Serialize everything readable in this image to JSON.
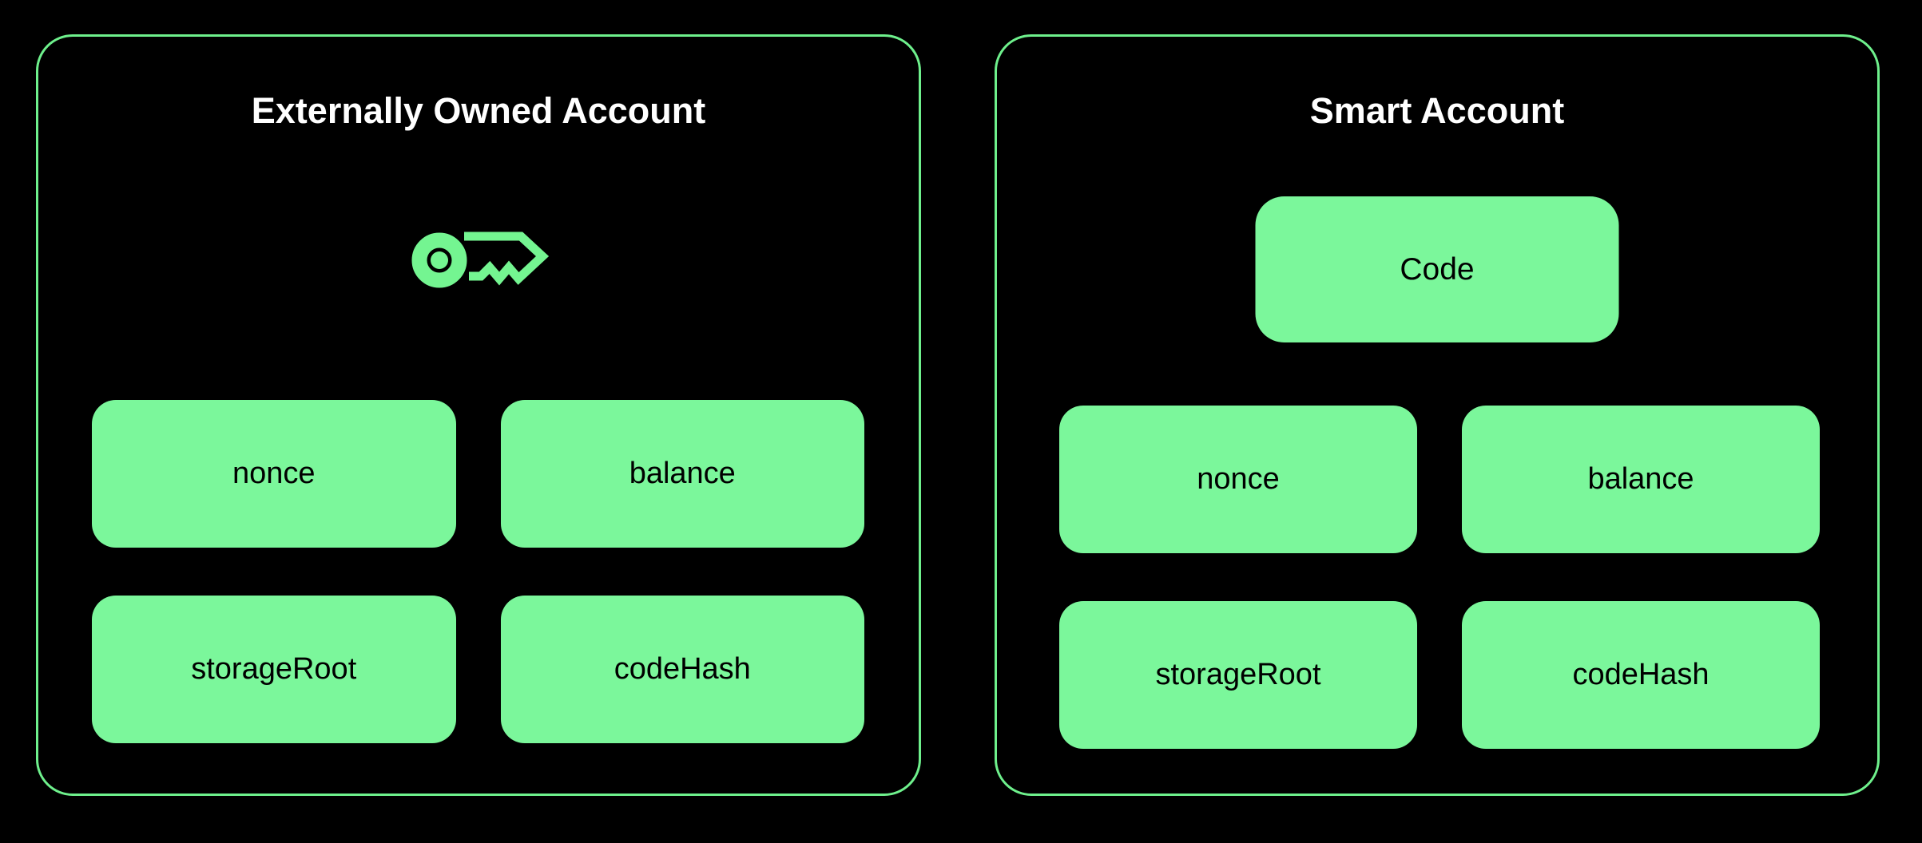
{
  "colors": {
    "background": "#000000",
    "panel_border": "#6ef08c",
    "box_fill": "#7bf79b",
    "box_text": "#000000",
    "title_text": "#ffffff",
    "key_icon": "#74f591"
  },
  "panels": [
    {
      "title": "Externally Owned Account",
      "icon": "key-icon",
      "cells": [
        {
          "label": "nonce"
        },
        {
          "label": "balance"
        },
        {
          "label": "storageRoot"
        },
        {
          "label": "codeHash"
        }
      ]
    },
    {
      "title": "Smart Account",
      "code_label": "Code",
      "cells": [
        {
          "label": "nonce"
        },
        {
          "label": "balance"
        },
        {
          "label": "storageRoot"
        },
        {
          "label": "codeHash"
        }
      ]
    }
  ]
}
